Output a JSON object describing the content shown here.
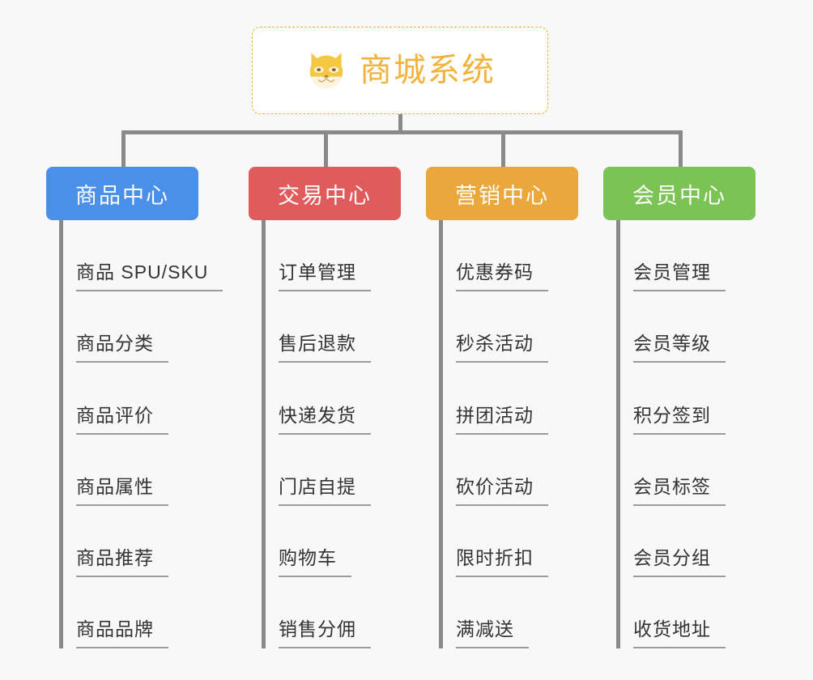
{
  "diagram": {
    "type": "org-chart-mindmap",
    "background_color": "#f8f8f9",
    "root": {
      "title": "商城系统",
      "icon": "shiba-dog-face-emoji",
      "border_color": "#f0b429",
      "text_color": "#f2b33d",
      "background_color": "#ffffff"
    },
    "connector_color": "#8a8a8a",
    "branches": [
      {
        "label": "商品中心",
        "color": "#4a90e8",
        "items": [
          "商品 SPU/SKU",
          "商品分类",
          "商品评价",
          "商品属性",
          "商品推荐",
          "商品品牌"
        ]
      },
      {
        "label": "交易中心",
        "color": "#e05c5c",
        "items": [
          "订单管理",
          "售后退款",
          "快递发货",
          "门店自提",
          "购物车",
          "销售分佣"
        ]
      },
      {
        "label": "营销中心",
        "color": "#eaa73c",
        "items": [
          "优惠券码",
          "秒杀活动",
          "拼团活动",
          "砍价活动",
          "限时折扣",
          "满减送"
        ]
      },
      {
        "label": "会员中心",
        "color": "#7cc356",
        "items": [
          "会员管理",
          "会员等级",
          "积分签到",
          "会员标签",
          "会员分组",
          "收货地址"
        ]
      }
    ]
  }
}
